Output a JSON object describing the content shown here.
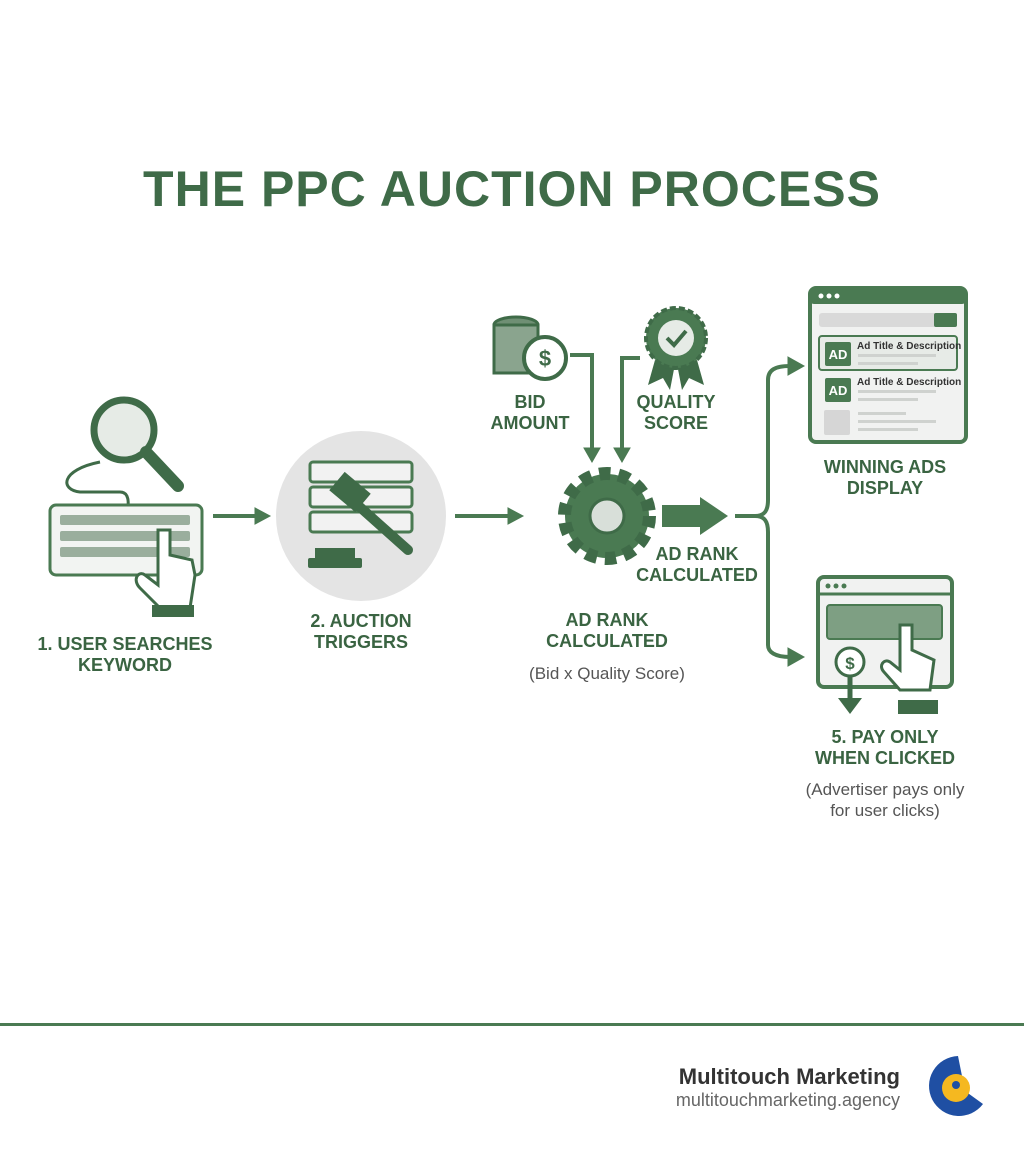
{
  "title": "THE PPC AUCTION PROCESS",
  "steps": {
    "search": {
      "label_line1": "1. USER SEARCHES",
      "label_line2": "KEYWORD"
    },
    "auction": {
      "label_line1": "2. AUCTION",
      "label_line2": "TRIGGERS"
    },
    "bid": {
      "label_line1": "BID",
      "label_line2": "AMOUNT"
    },
    "quality": {
      "label_line1": "QUALITY",
      "label_line2": "SCORE"
    },
    "rank": {
      "label_line1": "AD RANK",
      "label_line2": "CALCULATED",
      "formula": "(Bid x Quality Score)"
    },
    "rank_arrow": {
      "label_line1": "AD RANK",
      "label_line2": "CALCULATED"
    },
    "winning": {
      "label_line1": "WINNING ADS",
      "label_line2": "DISPLAY",
      "ad_text": "Ad Title & Description",
      "ad_badge": "AD"
    },
    "pay": {
      "label_line1": "5. PAY ONLY",
      "label_line2": "WHEN CLICKED",
      "note_line1": "(Advertiser pays only",
      "note_line2": "for user clicks)"
    }
  },
  "brand": {
    "name": "Multitouch Marketing",
    "url": "multitouchmarketing.agency"
  },
  "colors": {
    "primary": "#4a7a52",
    "dark": "#3f6b48",
    "light": "#e8ede8",
    "logo_blue": "#1f4fa3",
    "logo_yellow": "#f5b820"
  }
}
